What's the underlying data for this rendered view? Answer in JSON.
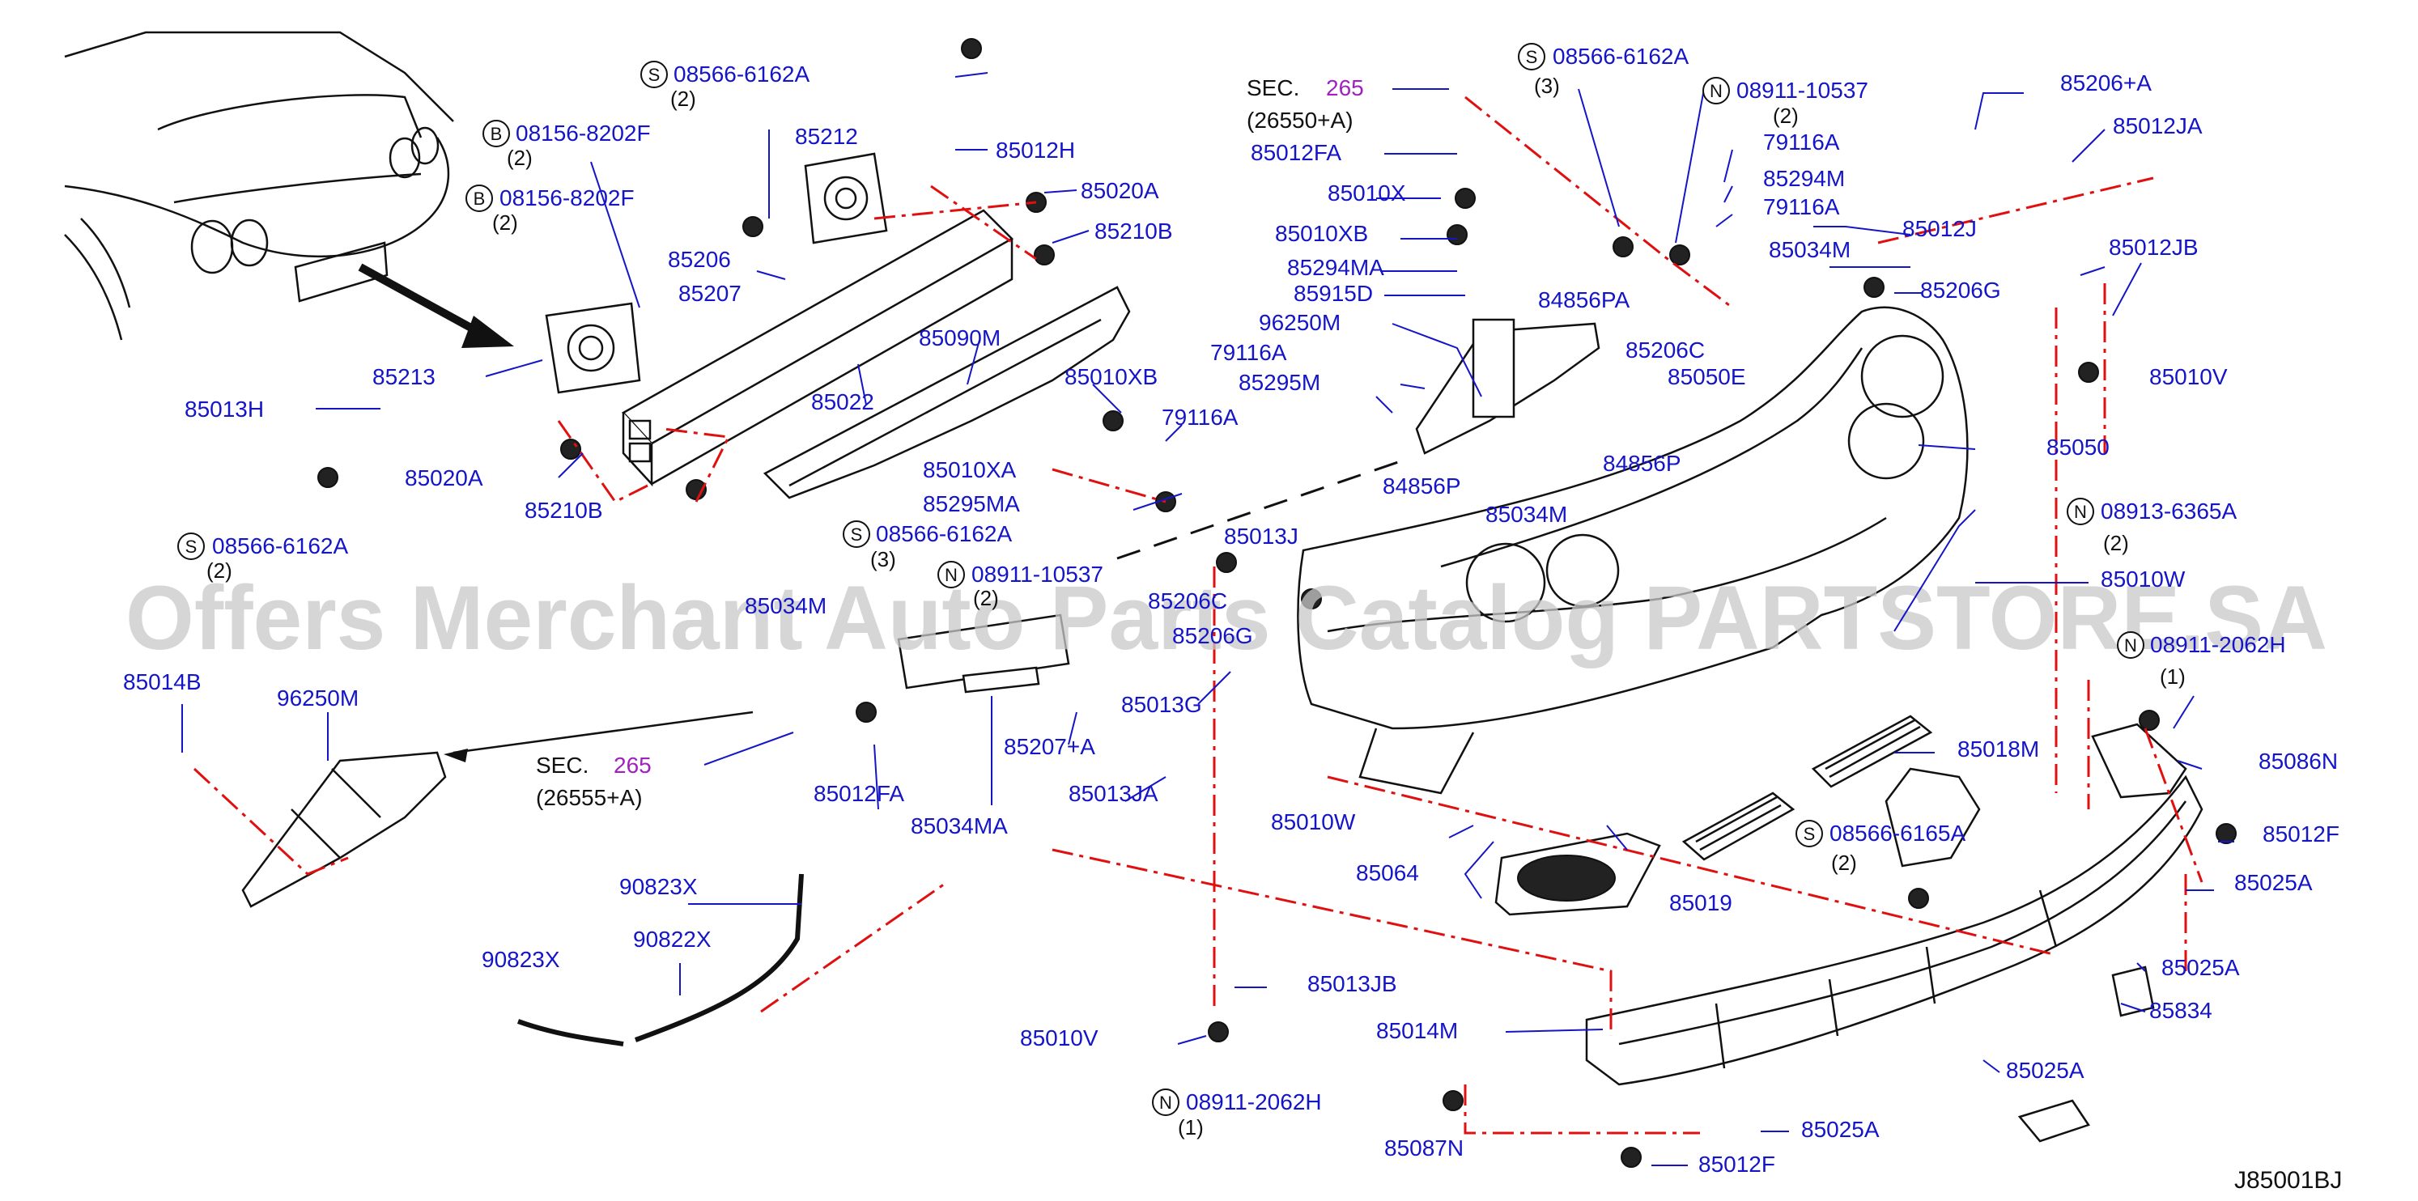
{
  "labels": {
    "p85213": "85213",
    "p85013H": "85013H",
    "p85020A_l": "85020A",
    "p85210B_l": "85210B",
    "p85206_l": "85206",
    "p85207_l": "85207",
    "p85212": "85212",
    "p85022": "85022",
    "p85090M": "85090M",
    "p85012H": "85012H",
    "p85020A_r": "85020A",
    "p85210B_r": "85210B",
    "p85010XB_a": "85010XB",
    "p79116A_a": "79116A",
    "p85010XA": "85010XA",
    "p85295MA": "85295MA",
    "p85012FA_top": "85012FA",
    "p85010X": "85010X",
    "p85010XB_b": "85010XB",
    "p85294MA": "85294MA",
    "p85915D": "85915D",
    "p96250M_top": "96250M",
    "p79116A_b": "79116A",
    "p85295M": "85295M",
    "p84856PA": "84856PA",
    "p84856P_a": "84856P",
    "p84856P_b": "84856P",
    "p85034M_a": "85034M",
    "p85013J": "85013J",
    "p79116A_c": "79116A",
    "p85294M": "85294M",
    "p79116A_d": "79116A",
    "p85012J": "85012J",
    "p85034M_b": "85034M",
    "p85206G_a": "85206G",
    "p85206C": "85206C",
    "p85050E": "85050E",
    "p85206A": "85206+A",
    "p85012JA": "85012JA",
    "p85012JB": "85012JB",
    "p85010V_a": "85010V",
    "p85050": "85050",
    "p85010W_a": "85010W",
    "p85018M": "85018M",
    "p85086N": "85086N",
    "p85012F_a": "85012F",
    "p85025A_a": "85025A",
    "p85025A_b": "85025A",
    "p85834": "85834",
    "p85025A_c": "85025A",
    "p85025A_d": "85025A",
    "p85012F_b": "85012F",
    "p85087N": "85087N",
    "p85014M": "85014M",
    "p85019": "85019",
    "p85064": "85064",
    "p85010W_b": "85010W",
    "p85013JB": "85013JB",
    "p85010V_b": "85010V",
    "p85013G": "85013G",
    "p85013JA": "85013JA",
    "p85207A": "85207+A",
    "p85034MA": "85034MA",
    "p85012FA_bot": "85012FA",
    "p85014B": "85014B",
    "p96250M_bot": "96250M",
    "p90823X_a": "90823X",
    "p90823X_b": "90823X",
    "p90822X": "90822X",
    "p85206G_b": "85206G",
    "p85206C_b": "85206C",
    "p85034M_c": "85034M"
  },
  "fasteners": {
    "f1": {
      "prefix": "S",
      "code": "08566-6162A",
      "qty": "(2)"
    },
    "f2": {
      "prefix": "B",
      "code": "08156-8202F",
      "qty": "(2)"
    },
    "f3": {
      "prefix": "B",
      "code": "08156-8202F",
      "qty": "(2)"
    },
    "f4": {
      "prefix": "S",
      "code": "08566-6162A",
      "qty": "(2)"
    },
    "f5": {
      "prefix": "S",
      "code": "08566-6162A",
      "qty": "(3)"
    },
    "f6": {
      "prefix": "N",
      "code": "08911-10537",
      "qty": "(2)"
    },
    "f7": {
      "prefix": "S",
      "code": "08566-6162A",
      "qty": "(3)"
    },
    "f8": {
      "prefix": "N",
      "code": "08911-10537",
      "qty": "(2)"
    },
    "f9": {
      "prefix": "N",
      "code": "08913-6365A",
      "qty": "(2)"
    },
    "f10": {
      "prefix": "N",
      "code": "08911-2062H",
      "qty": "(1)"
    },
    "f11": {
      "prefix": "S",
      "code": "08566-6165A",
      "qty": "(2)"
    },
    "f12": {
      "prefix": "N",
      "code": "08911-2062H",
      "qty": "(1)"
    }
  },
  "sections": {
    "s1": {
      "prefix": "SEC.",
      "number": "265",
      "ref": "(26550+A)"
    },
    "s2": {
      "prefix": "SEC.",
      "number": "265",
      "ref": "(26555+A)"
    }
  },
  "extra_labels": {
    "cut_top": "85012FA"
  },
  "diagram_code": "J85001BJ",
  "watermark": "Offers Merchant Auto Parts Catalog PARTSTORE.SA",
  "colors": {
    "part_label": "#1515c8",
    "reference_line": "#e01010",
    "section_number": "#a020c0",
    "drawing": "#111111",
    "watermark": "#c8c8c8"
  }
}
